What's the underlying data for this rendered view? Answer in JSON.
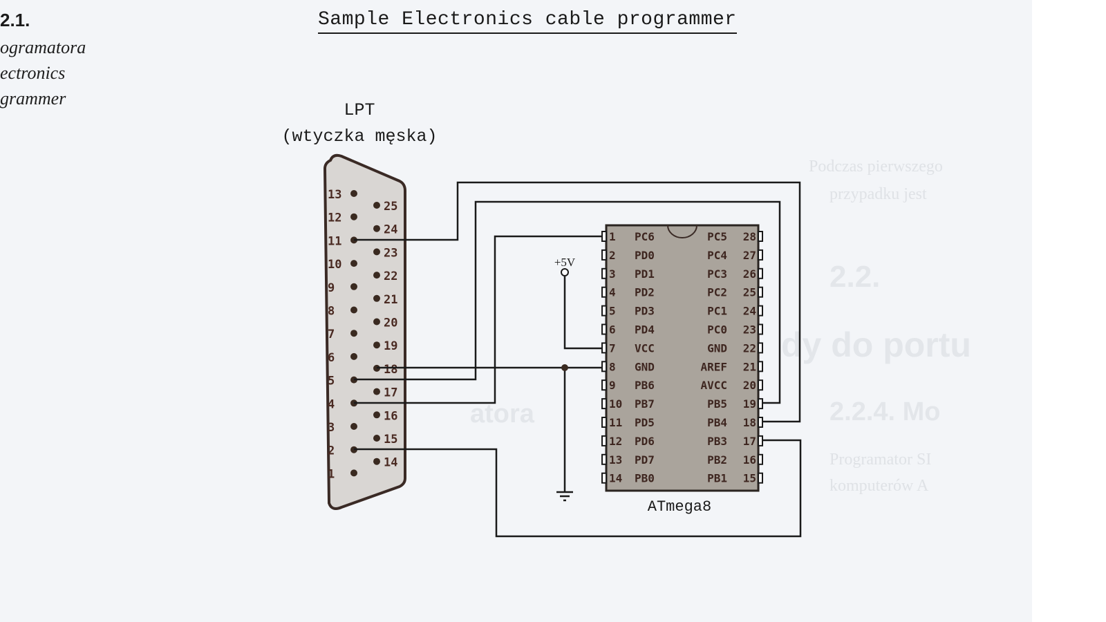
{
  "caption": {
    "figure_number": "2.1.",
    "lines": [
      "ogramatora",
      "ectronics",
      "grammer"
    ]
  },
  "diagram": {
    "title": "Sample Electronics cable programmer",
    "connector": {
      "label": "LPT",
      "sublabel": "(wtyczka męska)",
      "left_pins": [
        "13",
        "12",
        "11",
        "10",
        "9",
        "8",
        "7",
        "6",
        "5",
        "4",
        "3",
        "2",
        "1"
      ],
      "right_pins": [
        "25",
        "24",
        "23",
        "22",
        "21",
        "20",
        "19",
        "18",
        "17",
        "16",
        "15",
        "14"
      ]
    },
    "chip": {
      "name": "ATmega8",
      "left_pins": [
        {
          "num": "1",
          "name": "PC6"
        },
        {
          "num": "2",
          "name": "PD0"
        },
        {
          "num": "3",
          "name": "PD1"
        },
        {
          "num": "4",
          "name": "PD2"
        },
        {
          "num": "5",
          "name": "PD3"
        },
        {
          "num": "6",
          "name": "PD4"
        },
        {
          "num": "7",
          "name": "VCC"
        },
        {
          "num": "8",
          "name": "GND"
        },
        {
          "num": "9",
          "name": "PB6"
        },
        {
          "num": "10",
          "name": "PB7"
        },
        {
          "num": "11",
          "name": "PD5"
        },
        {
          "num": "12",
          "name": "PD6"
        },
        {
          "num": "13",
          "name": "PD7"
        },
        {
          "num": "14",
          "name": "PB0"
        }
      ],
      "right_pins": [
        {
          "num": "28",
          "name": "PC5"
        },
        {
          "num": "27",
          "name": "PC4"
        },
        {
          "num": "26",
          "name": "PC3"
        },
        {
          "num": "25",
          "name": "PC2"
        },
        {
          "num": "24",
          "name": "PC1"
        },
        {
          "num": "23",
          "name": "PC0"
        },
        {
          "num": "22",
          "name": "GND"
        },
        {
          "num": "21",
          "name": "AREF"
        },
        {
          "num": "20",
          "name": "AVCC"
        },
        {
          "num": "19",
          "name": "PB5"
        },
        {
          "num": "18",
          "name": "PB4"
        },
        {
          "num": "17",
          "name": "PB3"
        },
        {
          "num": "16",
          "name": "PB2"
        },
        {
          "num": "15",
          "name": "PB1"
        }
      ]
    },
    "power_label": "+5V",
    "connections": [
      {
        "from": "LPT 11",
        "to": "ATmega8 18 (PB4)"
      },
      {
        "from": "LPT 5",
        "to": "ATmega8 19 (PB5)"
      },
      {
        "from": "LPT 4",
        "to": "ATmega8 1 (PC6)"
      },
      {
        "from": "LPT 2",
        "to": "ATmega8 17 (PB3)"
      },
      {
        "from": "LPT 18",
        "to": "ATmega8 8 (GND)"
      },
      {
        "from": "+5V",
        "to": "ATmega8 7 (VCC)"
      },
      {
        "from": "ATmega8 8 (GND)",
        "to": "ground"
      }
    ]
  },
  "bleed_through": [
    "Podczas pierwszego",
    "przypadku jest",
    "2.2.",
    "dy do portu",
    "2.2.4. Mo",
    "atora",
    "Programator SI",
    "komputerów A"
  ],
  "colors": {
    "page_bg": "#f3f5f8",
    "connector_fill": "#d9d6d3",
    "chip_fill": "#aaa49c",
    "ink": "#1a1a1a",
    "pin_text": "#4a2a22"
  }
}
